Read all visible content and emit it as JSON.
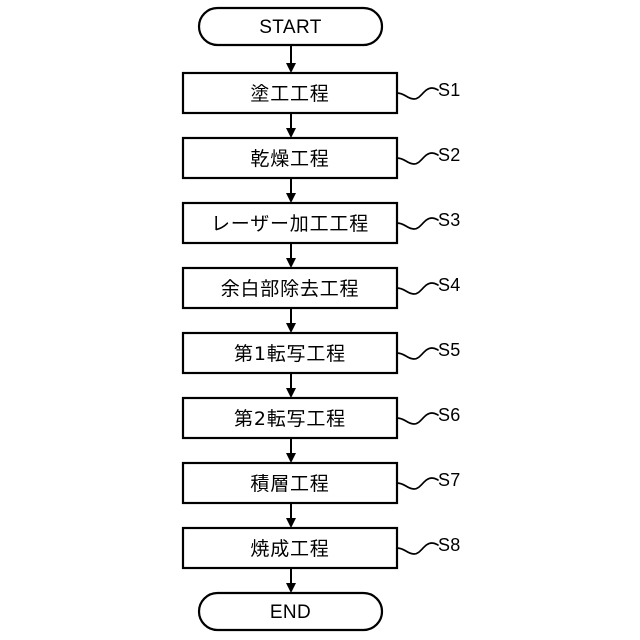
{
  "diagram": {
    "type": "flowchart",
    "orientation": "vertical",
    "background_color": "#ffffff",
    "line_color": "#000000",
    "start": {
      "label": "START",
      "shape": "rounded-terminal"
    },
    "end": {
      "label": "END",
      "shape": "rounded-terminal"
    },
    "steps": [
      {
        "label": "塗工工程",
        "step_id": "S1"
      },
      {
        "label": "乾燥工程",
        "step_id": "S2"
      },
      {
        "label": "レーザー加工工程",
        "step_id": "S3"
      },
      {
        "label": "余白部除去工程",
        "step_id": "S4"
      },
      {
        "label": "第1転写工程",
        "step_id": "S5"
      },
      {
        "label": "第2転写工程",
        "step_id": "S6"
      },
      {
        "label": "積層工程",
        "step_id": "S7"
      },
      {
        "label": "焼成工程",
        "step_id": "S8"
      }
    ]
  }
}
